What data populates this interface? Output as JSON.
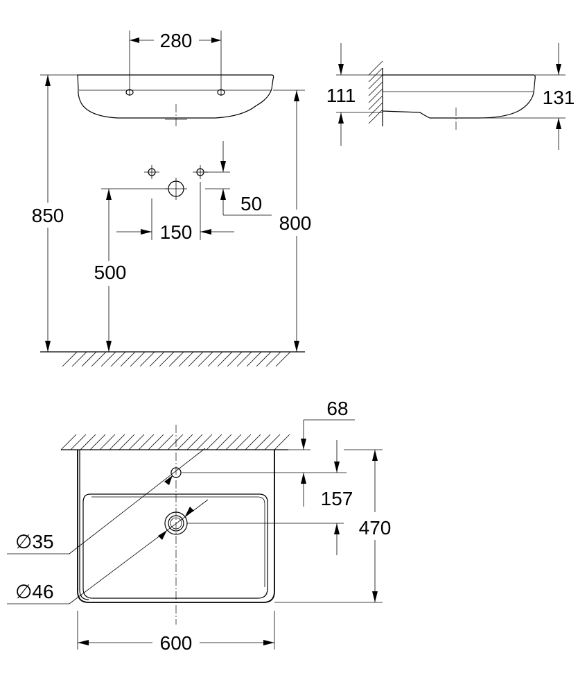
{
  "dimensions": {
    "front_hole_spacing": "280",
    "total_height": "850",
    "rim_height": "800",
    "tap_offset": "50",
    "tap_spacing": "150",
    "waste_height": "500",
    "side_111": "111",
    "side_131": "131",
    "plan_68": "68",
    "plan_157": "157",
    "plan_depth": "470",
    "diameter_tap": "35",
    "diameter_waste": "46",
    "plan_width": "600"
  },
  "symbols": {
    "diameter": "∅"
  }
}
